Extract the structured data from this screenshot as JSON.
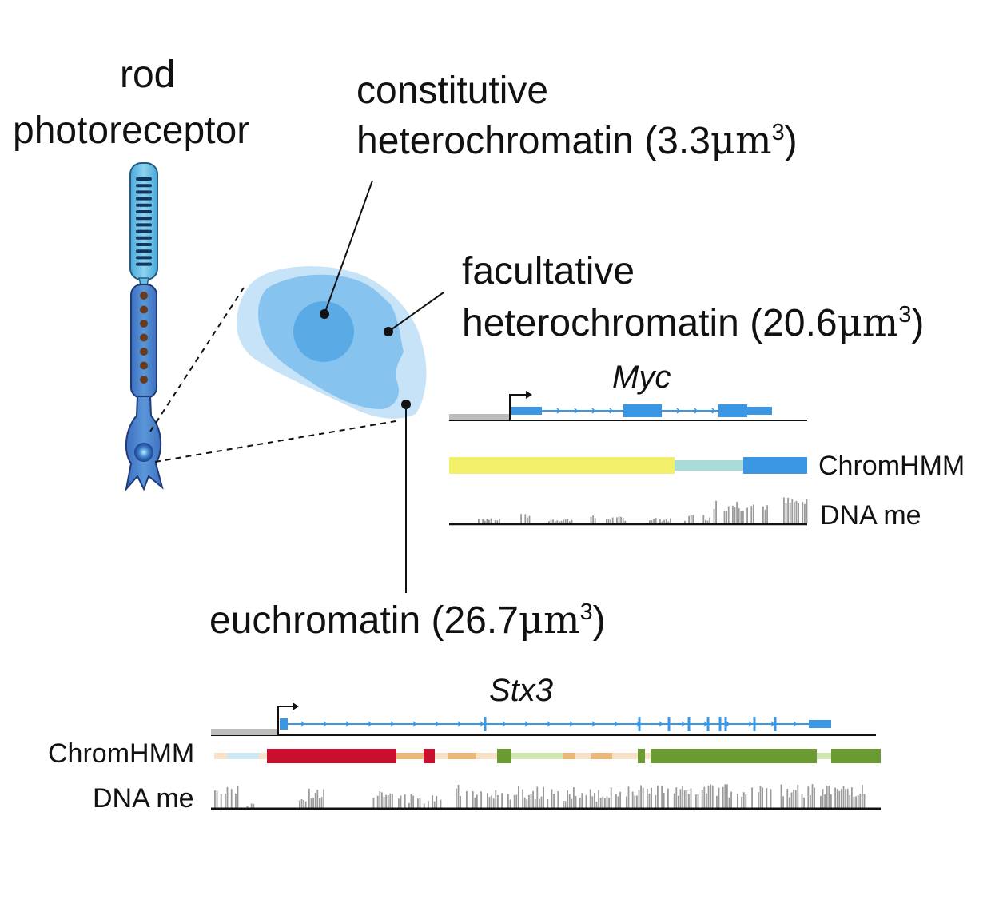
{
  "labels": {
    "rod_line1": "rod",
    "rod_line2": "photoreceptor",
    "constitutive_line1": "constitutive",
    "constitutive_line2_text": "heterochromatin (3.3",
    "constitutive_unit": "μm",
    "constitutive_exp": "3",
    "constitutive_close": ")",
    "facultative_line1": "facultative",
    "facultative_line2_text": "heterochromatin (20.6",
    "facultative_unit": "μm",
    "facultative_exp": "3",
    "facultative_close": ")",
    "euchromatin_text": "euchromatin (26.7",
    "euchromatin_unit": "μm",
    "euchromatin_exp": "3",
    "euchromatin_close": ")"
  },
  "myc": {
    "gene": "Myc",
    "chromhmm_label": "ChromHMM",
    "dna_me_label": "DNA me"
  },
  "stx3": {
    "gene": "Stx3",
    "chromhmm_label": "ChromHMM",
    "dna_me_label": "DNA me"
  },
  "colors": {
    "gene_blue": "#3b97e3",
    "promoter_gray": "#bdbdbd",
    "active_tss_red": "#c8102e",
    "flank_orange": "#e9b87a",
    "light_peach": "#f5e2c8",
    "transcribed_dark_green": "#6b9a33",
    "weak_transcribed_green": "#cfe6b3",
    "enhancer_yellow": "#f2f06a",
    "quiescent_teal": "#a9dcd6",
    "light_blue": "#cfe7f5",
    "methylation_gray": "#9a9a9a",
    "nucleus_outer": "#c6e3f7",
    "nucleus_middle": "#86c3ef",
    "nucleus_core": "#5aaae6"
  },
  "icons": [
    "rod-cell-icon",
    "nucleus-icon",
    "tss-arrow-icon"
  ]
}
